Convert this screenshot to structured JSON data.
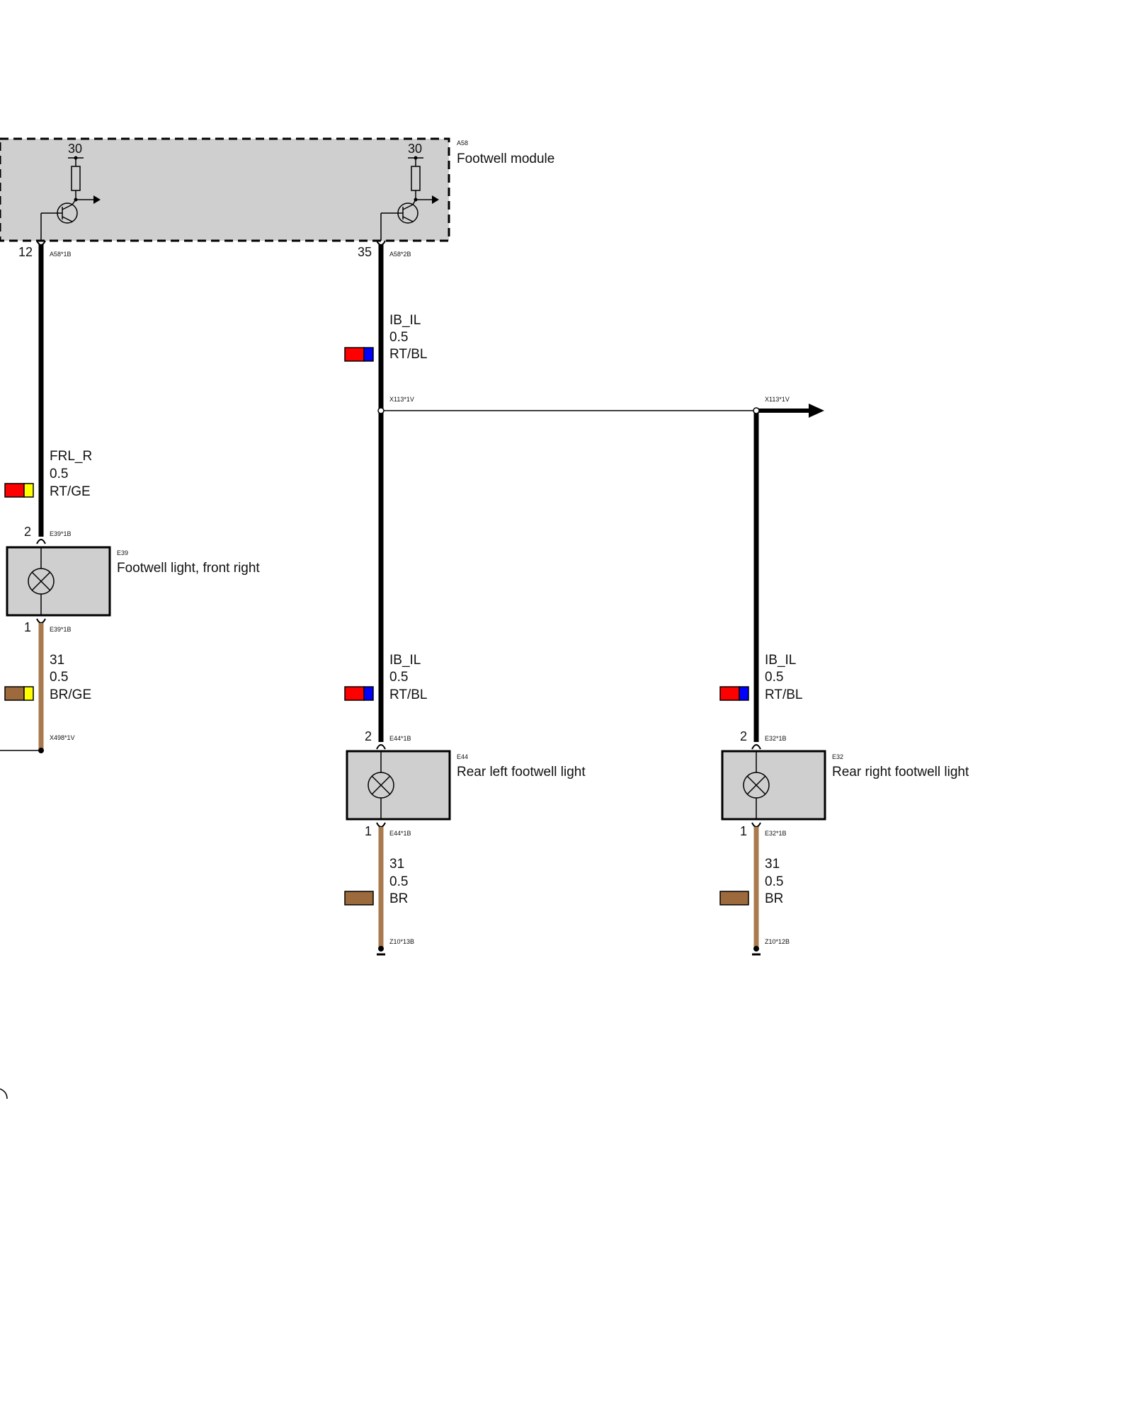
{
  "modules": {
    "A58": {
      "id": "A58",
      "name": "Footwell module",
      "supply_left": "30",
      "supply_right": "30"
    },
    "E39": {
      "id": "E39",
      "name": "Footwell light, front right"
    },
    "E44": {
      "id": "E44",
      "name": "Rear left footwell light"
    },
    "E32": {
      "id": "E32",
      "name": "Rear right footwell light"
    }
  },
  "pins": {
    "a58_12": {
      "num": "12",
      "conn": "A58*1B"
    },
    "a58_35": {
      "num": "35",
      "conn": "A58*2B"
    },
    "e39_2": {
      "num": "2",
      "conn": "E39*1B"
    },
    "e39_1": {
      "num": "1",
      "conn": "E39*1B"
    },
    "e44_2": {
      "num": "2",
      "conn": "E44*1B"
    },
    "e44_1": {
      "num": "1",
      "conn": "E44*1B"
    },
    "e32_2": {
      "num": "2",
      "conn": "E32*1B"
    },
    "e32_1": {
      "num": "1",
      "conn": "E32*1B"
    }
  },
  "nodes": {
    "x113_left": "X113*1V",
    "x113_right": "X113*1V",
    "x498": "X498*1V",
    "z10_13": "Z10*13B",
    "z10_12": "Z10*12B"
  },
  "wires": {
    "frl_r": {
      "signal": "FRL_R",
      "size": "0.5",
      "color_code": "RT/GE",
      "color1": "#ff0000",
      "color2": "#ffff00"
    },
    "ib_il_top": {
      "signal": "IB_IL",
      "size": "0.5",
      "color_code": "RT/BL",
      "color1": "#ff0000",
      "color2": "#0000ff"
    },
    "ib_il_left": {
      "signal": "IB_IL",
      "size": "0.5",
      "color_code": "RT/BL",
      "color1": "#ff0000",
      "color2": "#0000ff"
    },
    "ib_il_right": {
      "signal": "IB_IL",
      "size": "0.5",
      "color_code": "RT/BL",
      "color1": "#ff0000",
      "color2": "#0000ff"
    },
    "gnd_e39": {
      "signal": "31",
      "size": "0.5",
      "color_code": "BR/GE",
      "color1": "#9c6a3c",
      "color2": "#ffff00"
    },
    "gnd_e44": {
      "signal": "31",
      "size": "0.5",
      "color_code": "BR",
      "color1": "#9c6a3c"
    },
    "gnd_e32": {
      "signal": "31",
      "size": "0.5",
      "color_code": "BR",
      "color1": "#9c6a3c"
    }
  },
  "colors": {
    "module_fill": "#cfcfcf",
    "brown_wire": "#a87a4e",
    "black_wire": "#000000"
  }
}
